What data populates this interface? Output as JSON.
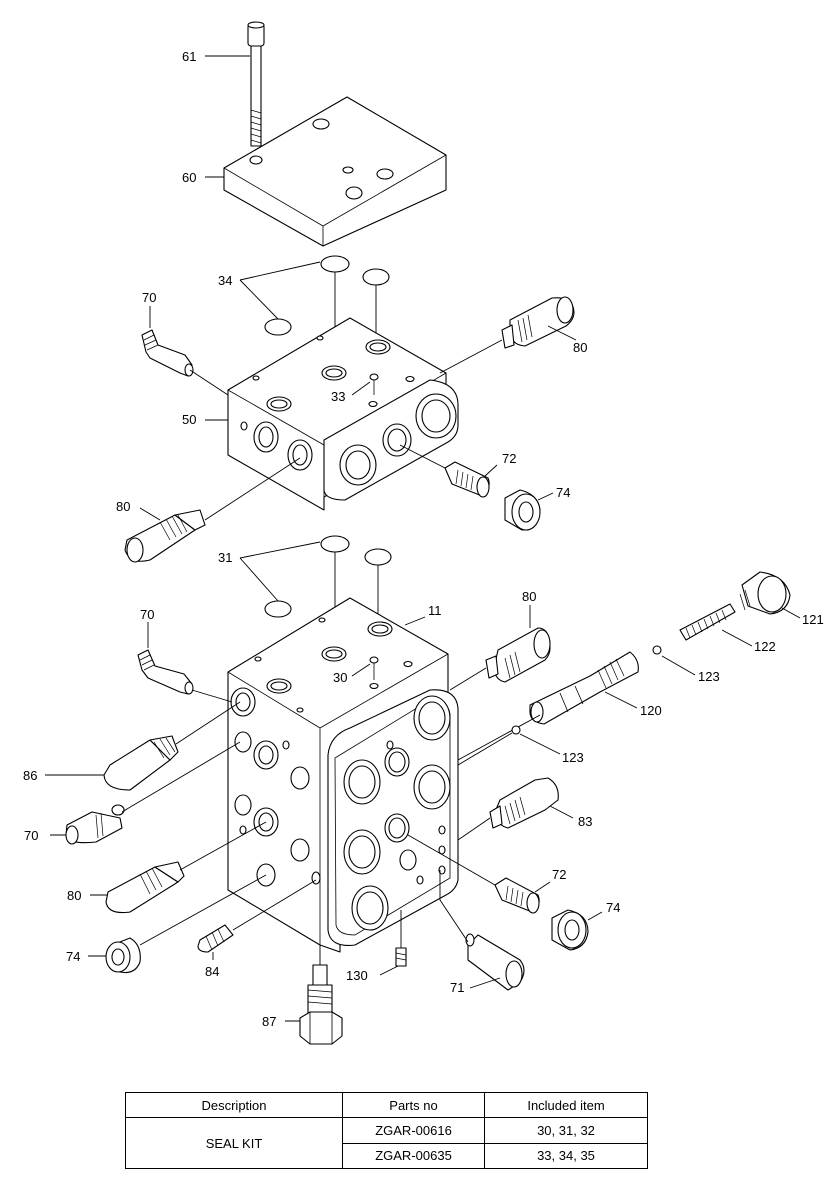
{
  "callouts": {
    "c61": "61",
    "c60": "60",
    "c34": "34",
    "c70a": "70",
    "c80a": "80",
    "c33": "33",
    "c50": "50",
    "c72a": "72",
    "c74a": "74",
    "c80b": "80",
    "c31": "31",
    "c11": "11",
    "c70b": "70",
    "c80c": "80",
    "c121": "121",
    "c122": "122",
    "c123a": "123",
    "c30": "30",
    "c120": "120",
    "c123b": "123",
    "c86": "86",
    "c83": "83",
    "c70c": "70",
    "c80d": "80",
    "c72b": "72",
    "c74b": "74",
    "c74c": "74",
    "c84": "84",
    "c130": "130",
    "c71": "71",
    "c87": "87"
  },
  "table": {
    "headers": [
      "Description",
      "Parts no",
      "Included item"
    ],
    "rows": [
      {
        "description": "SEAL KIT",
        "parts_no": "ZGAR-00616",
        "included": "30, 31, 32"
      },
      {
        "description": "",
        "parts_no": "ZGAR-00635",
        "included": "33, 34, 35"
      }
    ]
  }
}
